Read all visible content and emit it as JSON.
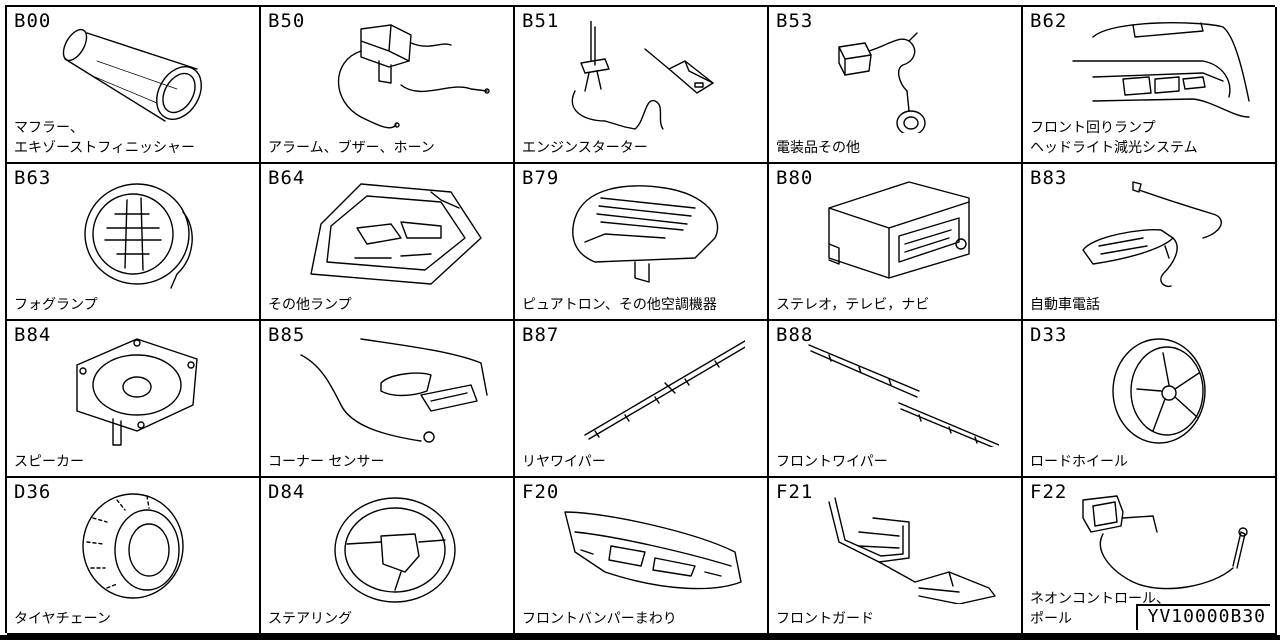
{
  "catalog": {
    "footer_code": "YV10000B30",
    "cells": [
      {
        "code": "B00",
        "label": "マフラー、\nエキゾーストフィニッシャー",
        "icon": "muffler-icon"
      },
      {
        "code": "B50",
        "label": "アラーム、ブザー、ホーン",
        "icon": "alarm-buzzer-horn-icon"
      },
      {
        "code": "B51",
        "label": "エンジンスターター",
        "icon": "engine-starter-icon"
      },
      {
        "code": "B53",
        "label": "電装品その他",
        "icon": "electrical-parts-icon"
      },
      {
        "code": "B62",
        "label": "フロント回りランプ\nヘッドライト減光システム",
        "icon": "front-lamp-icon"
      },
      {
        "code": "B63",
        "label": "フォグランプ",
        "icon": "fog-lamp-icon"
      },
      {
        "code": "B64",
        "label": "その他ランプ",
        "icon": "room-lamp-icon"
      },
      {
        "code": "B79",
        "label": "ピュアトロン、その他空調機器",
        "icon": "air-purifier-icon"
      },
      {
        "code": "B80",
        "label": "ステレオ，テレビ，ナビ",
        "icon": "stereo-icon"
      },
      {
        "code": "B83",
        "label": "自動車電話",
        "icon": "car-phone-icon"
      },
      {
        "code": "B84",
        "label": "スピーカー",
        "icon": "speaker-icon"
      },
      {
        "code": "B85",
        "label": "コーナー センサー",
        "icon": "corner-sensor-icon"
      },
      {
        "code": "B87",
        "label": "リヤワイパー",
        "icon": "rear-wiper-icon"
      },
      {
        "code": "B88",
        "label": "フロントワイパー",
        "icon": "front-wiper-icon"
      },
      {
        "code": "D33",
        "label": "ロードホイール",
        "icon": "road-wheel-icon"
      },
      {
        "code": "D36",
        "label": "タイヤチェーン",
        "icon": "tire-chain-icon"
      },
      {
        "code": "D84",
        "label": "ステアリング",
        "icon": "steering-wheel-icon"
      },
      {
        "code": "F20",
        "label": "フロントバンパーまわり",
        "icon": "front-bumper-icon"
      },
      {
        "code": "F21",
        "label": "フロントガード",
        "icon": "front-guard-icon"
      },
      {
        "code": "F22",
        "label": "ネオンコントロール、\nポール",
        "icon": "neon-control-pole-icon"
      }
    ]
  }
}
